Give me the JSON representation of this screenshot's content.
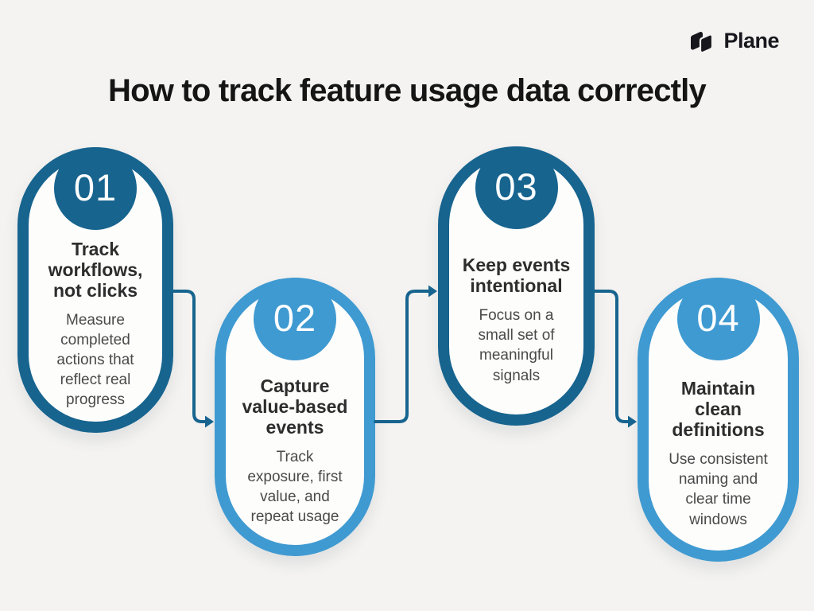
{
  "title": "How to track feature usage data correctly",
  "logo": {
    "text": "Plane"
  },
  "colors": {
    "page_bg": "#f4f3f1",
    "card_bg": "#fdfdfc",
    "dark": "#17648f",
    "light": "#3f9ad1",
    "title_color": "#151515",
    "heading_color": "#2d2d2d",
    "body_color": "#4a4a4a",
    "logo_color": "#17171d"
  },
  "steps": [
    {
      "number": "01",
      "theme": "dark",
      "heading": "Track\nworkflows,\nnot clicks",
      "body": "Measure\ncompleted\nactions that\nreflect real\nprogress"
    },
    {
      "number": "02",
      "theme": "light",
      "heading": "Capture\nvalue-based\nevents",
      "body": "Track\nexposure, first\nvalue, and\nrepeat usage"
    },
    {
      "number": "03",
      "theme": "dark",
      "heading": "Keep events\nintentional",
      "body": "Focus on a\nsmall set of\nmeaningful\nsignals"
    },
    {
      "number": "04",
      "theme": "light",
      "heading": "Maintain\nclean\ndefinitions",
      "body": "Use consistent\nnaming and\nclear time\nwindows"
    }
  ]
}
